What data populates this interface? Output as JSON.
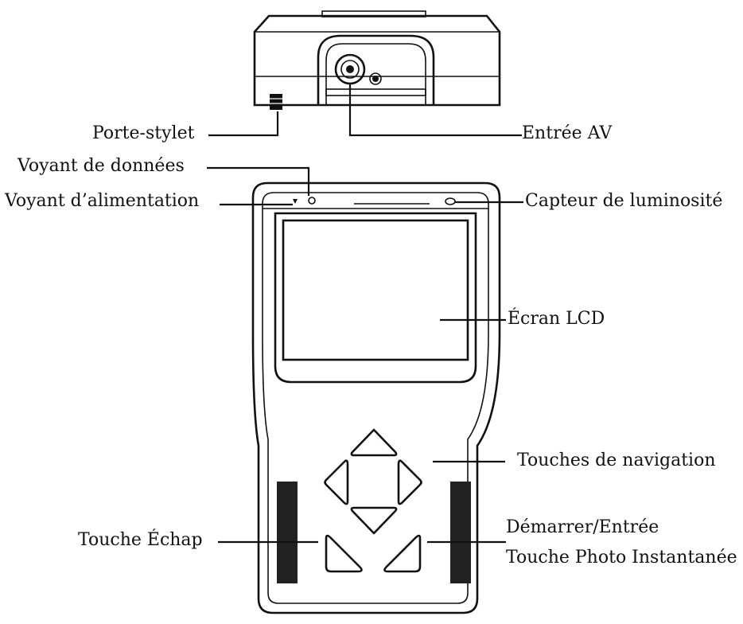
{
  "labels": {
    "stylus_holder": "Porte-stylet",
    "av_input": "Entrée AV",
    "data_indicator": "Voyant de données",
    "power_indicator": "Voyant d’alimentation",
    "brightness_sensor": "Capteur de luminosité",
    "lcd_screen": "Écran LCD",
    "navigation_keys": "Touches de navigation",
    "escape_key": "Touche Échap",
    "start_enter": "Démarrer/Entrée",
    "snapshot_key": "Touche Photo Instantanée"
  }
}
